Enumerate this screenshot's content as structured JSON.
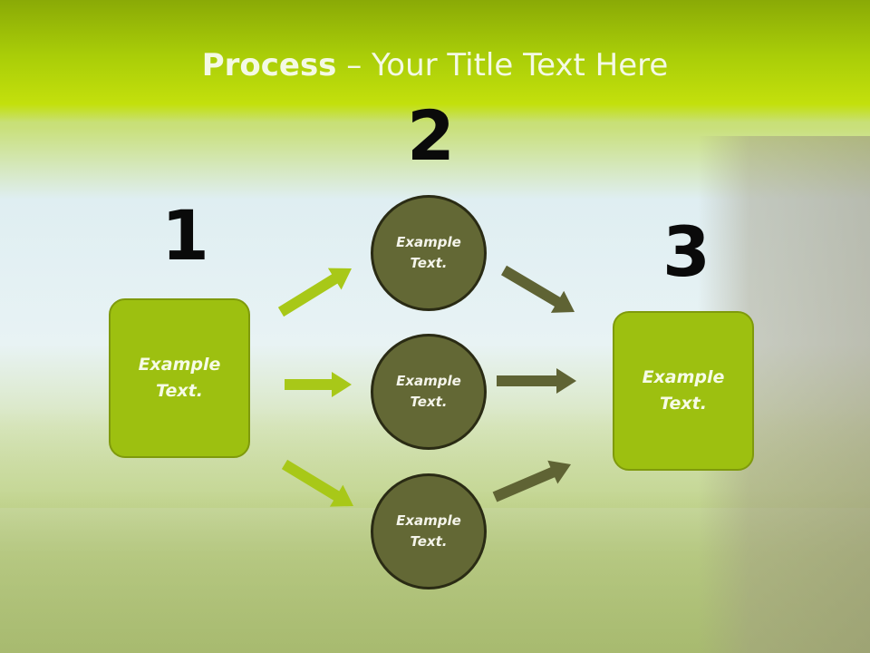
{
  "slide": {
    "title_bold": "Process",
    "title_rest": " – Your Title Text Here"
  },
  "steps": [
    {
      "number": "1",
      "box_text": "Example\nText."
    },
    {
      "number": "2"
    },
    {
      "number": "3",
      "box_text": "Example\nText."
    }
  ],
  "middle_nodes": [
    {
      "text": "Example\nText."
    },
    {
      "text": "Example\nText."
    },
    {
      "text": "Example\nText."
    }
  ],
  "colors": {
    "green_box": "#9dc010",
    "green_arrow": "#a8c818",
    "olive_circle": "#636835",
    "olive_arrow": "#5f6334"
  }
}
